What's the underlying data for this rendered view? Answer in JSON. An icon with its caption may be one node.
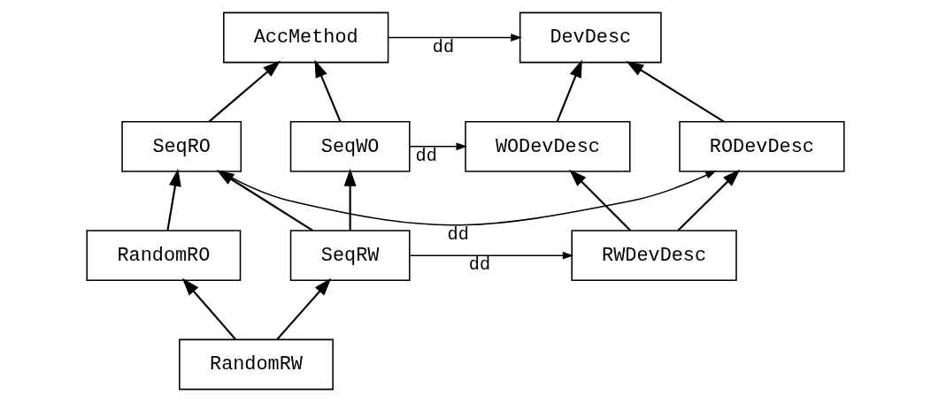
{
  "diagram": {
    "nodes": [
      {
        "text": [
          "AccMethod"
        ]
      },
      {
        "text": [
          "DevDesc"
        ]
      },
      {
        "text": [
          "SeqRO"
        ]
      },
      {
        "text": [
          "SeqWO"
        ]
      },
      {
        "text": [
          "WODevDesc"
        ]
      },
      {
        "text": [
          "RODevDesc"
        ]
      },
      {
        "text": [
          "RandomRO"
        ]
      },
      {
        "text": [
          "SeqRW"
        ]
      },
      {
        "text": [
          "RWDevDesc"
        ]
      },
      {
        "text": [
          "RandomRW"
        ]
      }
    ],
    "edges": [
      {
        "from": 0,
        "to": 1,
        "arrow": "to",
        "label": "dd"
      },
      {
        "from": 2,
        "to": 0,
        "arrow": "to"
      },
      {
        "from": 3,
        "to": 0,
        "arrow": "to"
      },
      {
        "from": 4,
        "to": 1,
        "arrow": "to"
      },
      {
        "from": 5,
        "to": 1,
        "arrow": "to"
      },
      {
        "from": 2,
        "to": 5,
        "arrow": "to",
        "label": "dd"
      },
      {
        "from": 3,
        "to": 4,
        "arrow": "to",
        "label": "dd"
      },
      {
        "from": 6,
        "to": 2,
        "arrow": "to"
      },
      {
        "from": 7,
        "to": 2,
        "arrow": "to"
      },
      {
        "from": 7,
        "to": 3,
        "arrow": "to"
      },
      {
        "from": 7,
        "to": 8,
        "arrow": "to",
        "label": "dd"
      },
      {
        "from": 8,
        "to": 4,
        "arrow": "to"
      },
      {
        "from": 8,
        "to": 5,
        "arrow": "to"
      },
      {
        "from": 9,
        "to": 6,
        "arrow": "to"
      },
      {
        "from": 9,
        "to": 7,
        "arrow": "to"
      }
    ]
  }
}
